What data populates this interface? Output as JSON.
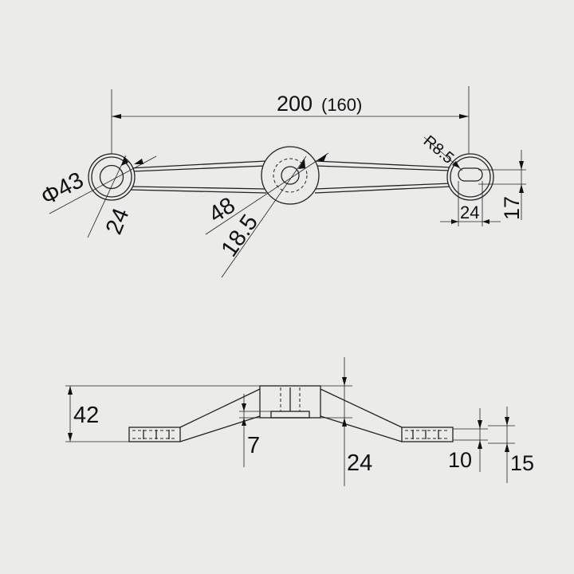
{
  "drawing": {
    "top_view": {
      "overall_length": "200",
      "overall_length_alt": "(160)",
      "end_diameter": "Φ43",
      "end_bore": "24",
      "center_outer": "48",
      "center_bore": "18.5",
      "slot_radius": "R8.5",
      "slot_length": "24",
      "slot_offset": "17"
    },
    "side_view": {
      "total_height": "42",
      "hub_step": "7",
      "hub_height": "24",
      "end_thickness_inner": "10",
      "end_thickness_outer": "15"
    }
  }
}
